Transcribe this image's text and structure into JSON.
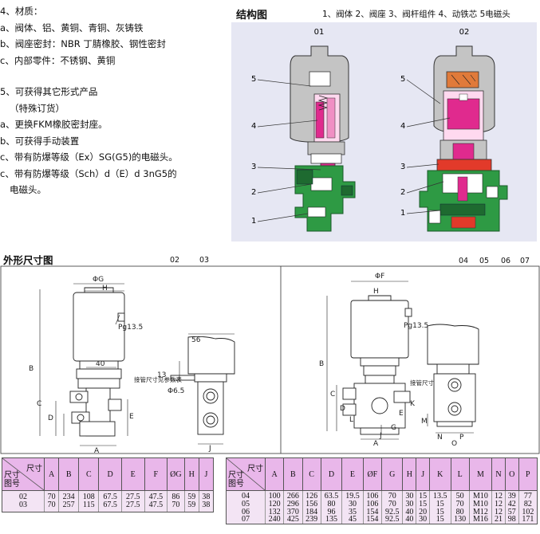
{
  "spec": {
    "material_title": "4、材质：",
    "material_items": [
      "a、阀体、铝、黄铜、青铜、灰铸铁",
      "b、阀座密封：NBR 丁腈橡胶、钢性密封",
      "c、内部零件：不锈钢、黄铜"
    ],
    "other_title": "5、可获得其它形式产品",
    "other_note": "（特殊订货）",
    "other_items": [
      "a、更换FKM橡胶密封座。",
      "b、可获得手动装置",
      "c、带有防爆等级（Ex）SG(G5)的电磁头。",
      "c、带有防爆等级（Sch）d（E）d 3nG5的"
    ],
    "other_item_cont": "电磁头。"
  },
  "structure": {
    "title": "结构图",
    "legend": "1、阀体 2、阀座 3、阀杆组件 4、动铁芯 5电磁头",
    "left_code": "01",
    "right_code": "02",
    "callouts": [
      "5",
      "4",
      "3",
      "2",
      "1"
    ]
  },
  "dimension": {
    "title": "外形尺寸图",
    "left_codes": [
      "02",
      "03"
    ],
    "right_codes": [
      "04",
      "05",
      "06",
      "07"
    ],
    "left_labels": {
      "phi_g": "ΦG",
      "h": "H",
      "pg": "Pg13.5",
      "b": "B",
      "c": "C",
      "d": "D",
      "e": "E",
      "a": "A",
      "dia40": "40",
      "n56": "56",
      "n13": "13",
      "phi65": "Φ6.5",
      "j": "J",
      "note": "接管尺寸见参数表"
    },
    "right_labels": {
      "phi_f": "ΦF",
      "h": "H",
      "pg": "Pg13.5",
      "b": "B",
      "c": "C",
      "d": "D",
      "a": "A",
      "l": "L",
      "m": "M",
      "g": "G",
      "j": "J",
      "k": "K",
      "e": "E",
      "n": "N",
      "o": "O",
      "p": "P",
      "note": "接管尺寸见参数表"
    }
  },
  "table_left": {
    "corner_top": "尺寸",
    "corner_bottom": [
      "尺寸",
      "图号"
    ],
    "columns": [
      "A",
      "B",
      "C",
      "D",
      "E",
      "F",
      "ØG",
      "H",
      "J"
    ],
    "rows": [
      {
        "code": "02",
        "values": [
          "70",
          "234",
          "108",
          "67.5",
          "27.5",
          "47.5",
          "86",
          "59",
          "38"
        ]
      },
      {
        "code": "03",
        "values": [
          "70",
          "257",
          "115",
          "67.5",
          "27.5",
          "47.5",
          "70",
          "59",
          "38"
        ]
      }
    ]
  },
  "table_right": {
    "corner_top": "尺寸",
    "corner_bottom": [
      "尺寸",
      "图号"
    ],
    "columns": [
      "A",
      "B",
      "C",
      "D",
      "E",
      "ØF",
      "G",
      "H",
      "J",
      "K",
      "L",
      "M",
      "N",
      "O",
      "P"
    ],
    "rows": [
      {
        "code": "04",
        "values": [
          "100",
          "266",
          "126",
          "63.5",
          "19.5",
          "106",
          "70",
          "30",
          "15",
          "13.5",
          "50",
          "M10",
          "12",
          "39",
          "77"
        ]
      },
      {
        "code": "05",
        "values": [
          "120",
          "296",
          "156",
          "80",
          "30",
          "106",
          "70",
          "30",
          "15",
          "15",
          "70",
          "M10",
          "12",
          "42",
          "82"
        ]
      },
      {
        "code": "06",
        "values": [
          "132",
          "370",
          "184",
          "96",
          "35",
          "154",
          "92.5",
          "40",
          "20",
          "15",
          "80",
          "M12",
          "12",
          "57",
          "102"
        ]
      },
      {
        "code": "07",
        "values": [
          "240",
          "425",
          "239",
          "135",
          "45",
          "154",
          "92.5",
          "40",
          "30",
          "15",
          "130",
          "M16",
          "21",
          "98",
          "171"
        ]
      }
    ]
  },
  "colors": {
    "panel_bg": "#e6e7f3",
    "cap_grey": "#c4c4c4",
    "body_green": "#2e9a44",
    "core_magenta": "#e02a8e",
    "seat_red": "#e23a2a",
    "head_orange": "#e07a3a",
    "table_header": "#e9b7ea",
    "table_cell": "#f3e4f4"
  }
}
